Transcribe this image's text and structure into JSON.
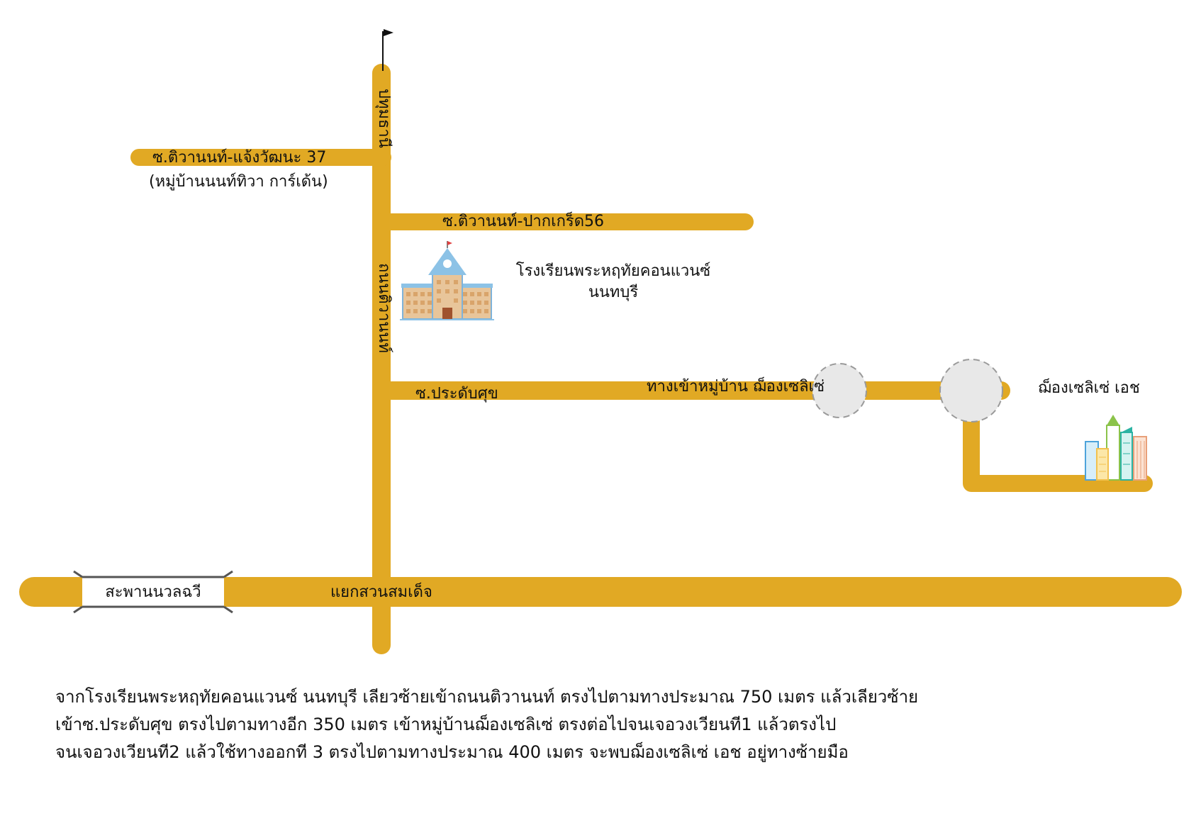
{
  "colors": {
    "road": "#E1A924",
    "roundabout_fill": "#E8E8E8",
    "roundabout_stroke": "#9A9A9A",
    "text": "#111111"
  },
  "roads": {
    "main_vertical_top": "ปทุมธานี",
    "main_vertical_name": "ถนนติวานนท์",
    "soi_37": "ซ.ติวานนท์-แจ้งวัฒนะ 37",
    "soi_37_village": "(หมู่บ้านนนท์ทิวา การ์เด้น)",
    "soi_56": "ซ.ติวานนท์-ปากเกร็ด56",
    "soi_pradabsuk": "ซ.ประดับศุข",
    "village_entrance": "ทางเข้าหมู่บ้าน ฌ็องเซลิเซ่",
    "bridge": "สะพานนวลฉวี",
    "intersection": "แยกสวนสมเด็จ"
  },
  "landmarks": {
    "school_line1": "โรงเรียนพระหฤทัยคอนแวนซ์",
    "school_line2": "นนทบุรี",
    "destination": "ฌ็องเซลิเซ่ เอช"
  },
  "icons": {
    "school": "school-building-icon",
    "destination": "city-buildings-icon",
    "flag": "flag-icon"
  },
  "directions": {
    "line1": "จากโรงเรียนพระหฤทัยคอนแวนซ์ นนทบุรี เลียวซ้ายเข้าถนนติวานนท์ ตรงไปตามทางประมาณ 750 เมตร แล้วเลียวซ้าย",
    "line2": "เข้าซ.ประดับศุข ตรงไปตามทางอีก 350 เมตร เข้าหมู่บ้านฌ็องเซลิเซ่ ตรงต่อไปจนเจอวงเวียนที1 แล้วตรงไป",
    "line3": "จนเจอวงเวียนที2 แล้วใช้ทางออกที 3 ตรงไปตามทางประมาณ 400 เมตร จะพบฌ็องเซลิเซ่ เอช อยู่ทางซ้ายมือ"
  }
}
